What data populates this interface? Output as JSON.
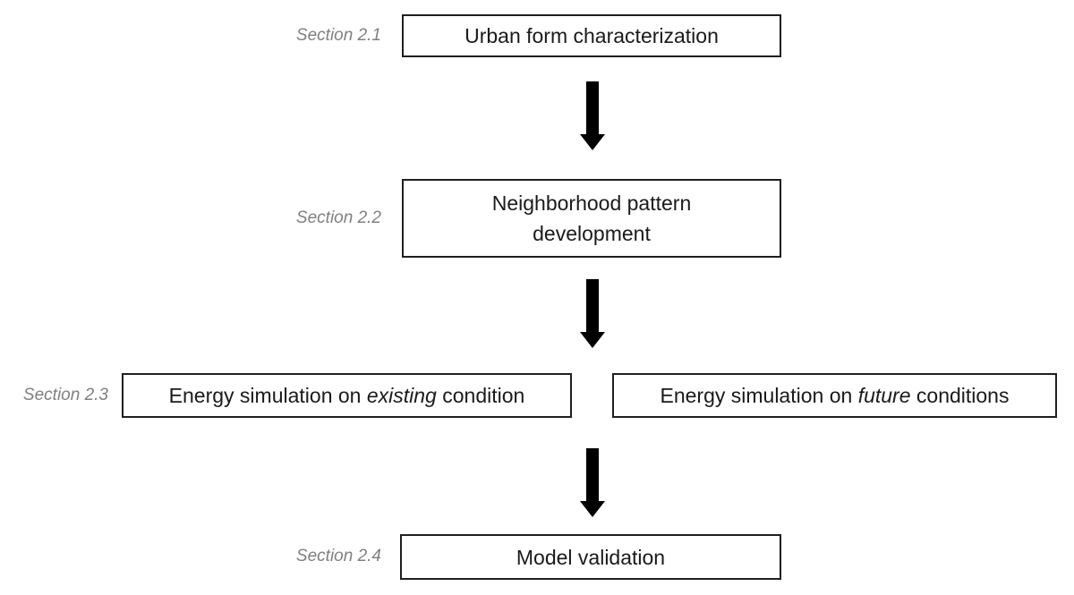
{
  "diagram": {
    "type": "flowchart",
    "direction": "top-down",
    "nodes": {
      "urban_form": {
        "section": "Section 2.1",
        "label": "Urban form characterization"
      },
      "neighborhood": {
        "section": "Section 2.2",
        "line1": "Neighborhood pattern",
        "line2": "development"
      },
      "existing": {
        "section": "Section 2.3",
        "prefix": "Energy simulation on ",
        "emphasis": "existing",
        "suffix": " condition"
      },
      "future": {
        "prefix": "Energy simulation on ",
        "emphasis": "future",
        "suffix": " conditions"
      },
      "validation": {
        "section": "Section 2.4",
        "label": "Model validation"
      }
    },
    "edges": [
      {
        "from": "urban_form",
        "to": "neighborhood",
        "style": "thick-black-down-arrow"
      },
      {
        "from": "neighborhood",
        "to": "existing",
        "style": "thick-black-down-arrow"
      },
      {
        "from": "existing",
        "to": "validation",
        "style": "thick-black-down-arrow"
      }
    ],
    "colors": {
      "background": "#ffffff",
      "box_border": "#1f1f1f",
      "box_fill": "#ffffff",
      "box_text": "#1a1a1a",
      "section_label": "#808080",
      "arrow": "#000000"
    }
  }
}
